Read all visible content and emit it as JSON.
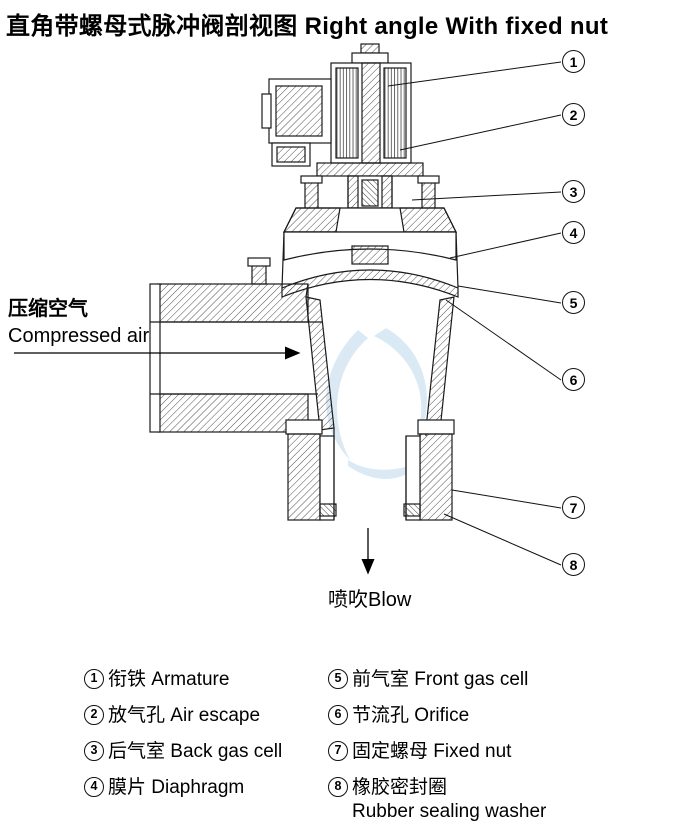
{
  "title": "直角带螺母式脉冲阀剖视图 Right angle With fixed nut",
  "colors": {
    "line": "#111111",
    "watermark": "#aed0e8"
  },
  "diagram": {
    "callouts": [
      {
        "num": "1"
      },
      {
        "num": "2"
      },
      {
        "num": "3"
      },
      {
        "num": "4"
      },
      {
        "num": "5"
      },
      {
        "num": "6"
      },
      {
        "num": "7"
      },
      {
        "num": "8"
      }
    ],
    "compressed_air": {
      "zh": "压缩空气",
      "en": "Compressed air"
    },
    "blow": "喷吹Blow"
  },
  "legend": {
    "col1": [
      {
        "num": "1",
        "zh": "衔铁",
        "en": "Armature"
      },
      {
        "num": "2",
        "zh": "放气孔",
        "en": "Air escape"
      },
      {
        "num": "3",
        "zh": "后气室",
        "en": "Back gas cell"
      },
      {
        "num": "4",
        "zh": "膜片",
        "en": "Diaphragm"
      }
    ],
    "col2": [
      {
        "num": "5",
        "zh": "前气室",
        "en": "Front gas cell"
      },
      {
        "num": "6",
        "zh": "节流孔",
        "en": "Orifice"
      },
      {
        "num": "7",
        "zh": "固定螺母",
        "en": "Fixed nut"
      },
      {
        "num": "8",
        "zh": "橡胶密封圈",
        "en": "Rubber sealing washer"
      }
    ]
  }
}
